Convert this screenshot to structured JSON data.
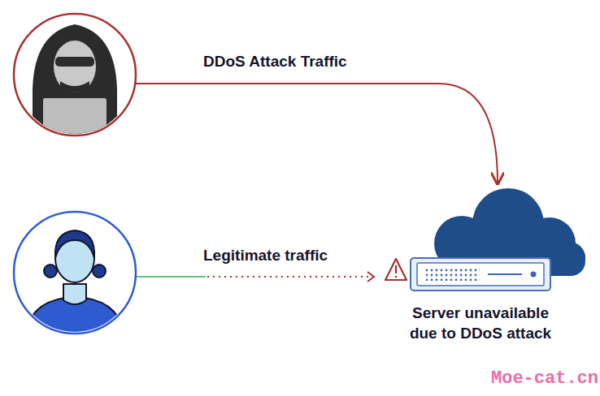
{
  "diagram": {
    "nodes": [
      {
        "text": [
          "Server unavailable due to DDoS attack"
        ]
      }
    ],
    "labels": [
      "DDoS Attack Traffic",
      "Legitimate traffic",
      "Moe-cat.cn"
    ]
  }
}
